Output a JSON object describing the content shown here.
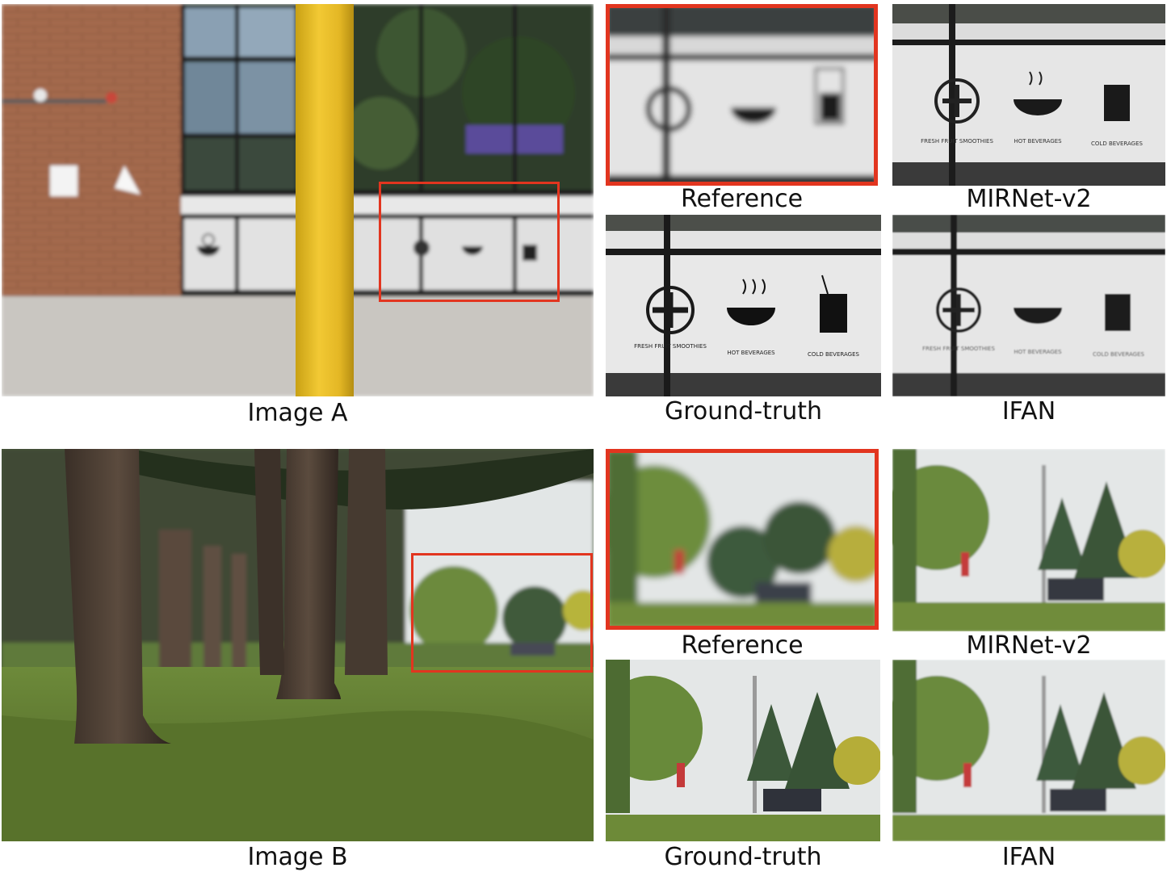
{
  "figure": {
    "rows": [
      {
        "main_caption": "Image A",
        "crop_captions": {
          "reference": "Reference",
          "mirnet": "MIRNet-v2",
          "ground_truth": "Ground-truth",
          "ifan": "IFAN"
        },
        "sign_text": {
          "fresh_fruit": "FRESH FRUIT SMOOTHIES",
          "hot": "HOT BEVERAGES",
          "cold": "COLD BEVERAGES"
        }
      },
      {
        "main_caption": "Image B",
        "crop_captions": {
          "reference": "Reference",
          "mirnet": "MIRNet-v2",
          "ground_truth": "Ground-truth",
          "ifan": "IFAN"
        }
      }
    ],
    "highlight_color": "#e2351f"
  }
}
